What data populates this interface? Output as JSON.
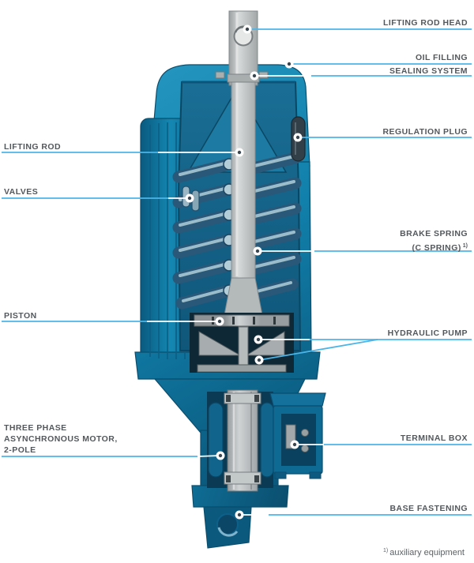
{
  "labels": {
    "left": [
      {
        "text": "LIFTING ROD"
      },
      {
        "text": "VALVES"
      },
      {
        "text": "PISTON"
      },
      {
        "line1": "THREE PHASE",
        "line2": "ASYNCHRONOUS MOTOR,",
        "line3": "2-POLE"
      }
    ],
    "right": [
      {
        "text": "LIFTING ROD HEAD"
      },
      {
        "text": "OIL FILLING"
      },
      {
        "text": "SEALING SYSTEM"
      },
      {
        "text": "REGULATION PLUG"
      },
      {
        "line1": "BRAKE SPRING",
        "line2": "(C SPRING)",
        "sup": "1)"
      },
      {
        "text": "HYDRAULIC PUMP"
      },
      {
        "text": "TERMINAL BOX"
      },
      {
        "text": "BASE FASTENING"
      }
    ]
  },
  "footnote": {
    "sup": "1)",
    "text": "auxiliary equipment"
  },
  "colors": {
    "leader_line": "#4cb5e7",
    "label_text": "#53585c",
    "body_teal": "#1583ad",
    "body_shadow": "#0b4e70",
    "interior_blue": "#16618a",
    "rod_gray": "#b9bdbe"
  }
}
